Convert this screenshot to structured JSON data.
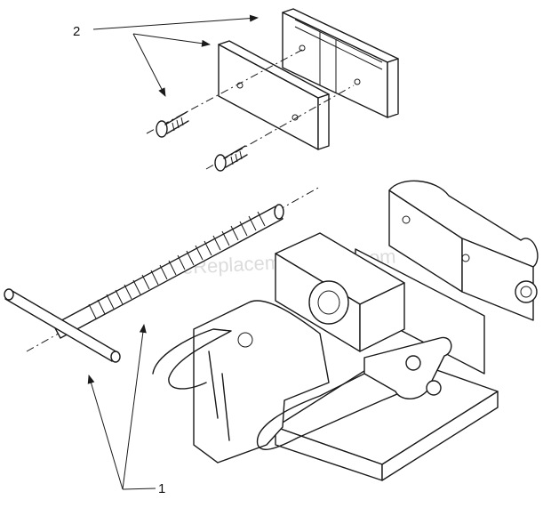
{
  "callouts": {
    "jaw_parts_label": "2",
    "screw_handle_label": "1"
  },
  "watermark": "eReplacementParts.com",
  "colors": {
    "line": "#1a1a1a",
    "background": "#ffffff"
  }
}
